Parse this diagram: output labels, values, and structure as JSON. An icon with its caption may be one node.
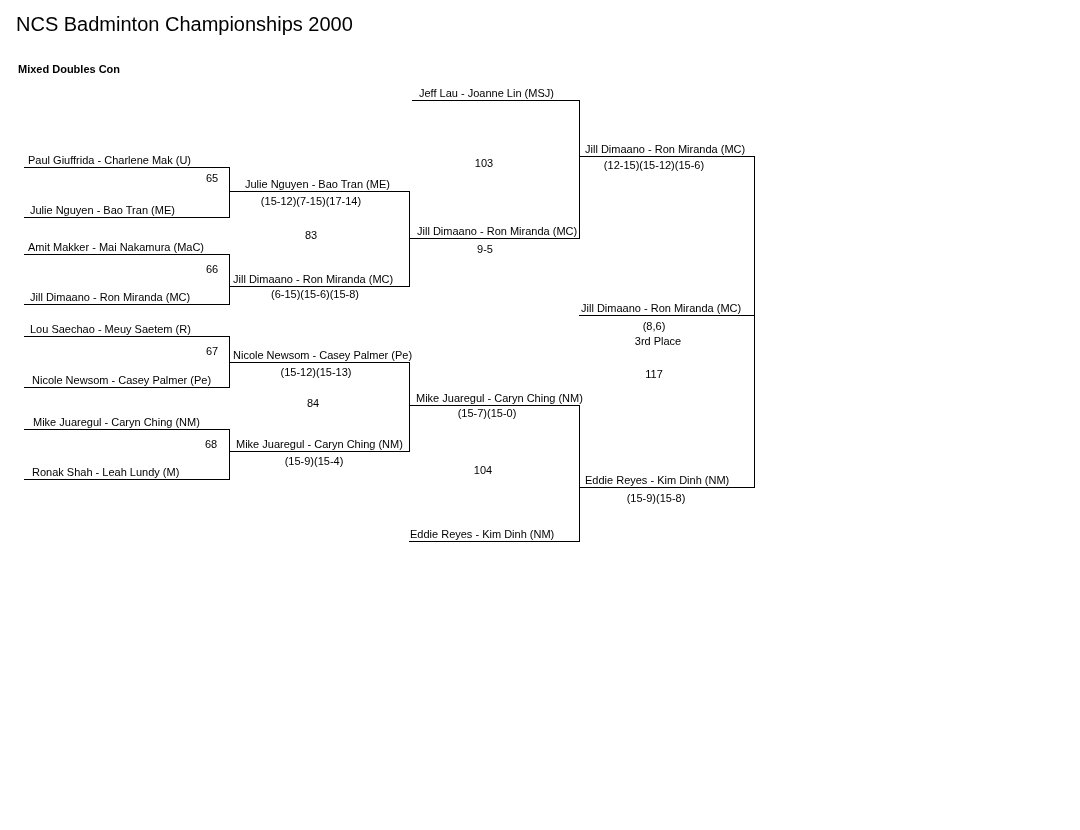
{
  "diagram": {
    "title": "NCS Badminton Championships 2000",
    "nodes": [
      {
        "text": [
          "Paul Giuffrida - Charlene Mak (U)"
        ]
      },
      {
        "text": [
          "Julie Nguyen - Bao Tran (ME)"
        ]
      },
      {
        "text": [
          "Amit Makker - Mai Nakamura (MaC)"
        ]
      },
      {
        "text": [
          "Jill Dimaano - Ron Miranda (MC)"
        ]
      },
      {
        "text": [
          "Lou Saechao - Meuy Saetem (R)"
        ]
      },
      {
        "text": [
          "Nicole Newsom - Casey Palmer (Pe)"
        ]
      },
      {
        "text": [
          "Mike Juaregul - Caryn Ching (NM)"
        ]
      },
      {
        "text": [
          "Ronak Shah - Leah Lundy (M)"
        ]
      },
      {
        "text": [
          "Julie Nguyen - Bao Tran (ME)"
        ],
        "beside": [
          "(15-12)(7-15)(17-14)"
        ]
      },
      {
        "text": [
          "Jill Dimaano - Ron Miranda (MC)"
        ],
        "beside": [
          "(6-15)(15-6)(15-8)"
        ]
      },
      {
        "text": [
          "Nicole Newsom - Casey Palmer (Pe)"
        ],
        "beside": [
          "(15-12)(15-13)"
        ]
      },
      {
        "text": [
          "Mike Juaregul - Caryn Ching (NM)"
        ],
        "beside": [
          "(15-9)(15-4)"
        ]
      },
      {
        "text": [
          "Jeff Lau - Joanne Lin (MSJ)"
        ]
      },
      {
        "text": [
          "Jill Dimaano - Ron Miranda (MC)"
        ],
        "beside": [
          "9-5"
        ]
      },
      {
        "text": [
          "Mike Juaregul - Caryn Ching (NM)"
        ],
        "beside": [
          "(15-7)(15-0)"
        ]
      },
      {
        "text": [
          "Eddie Reyes - Kim Dinh (NM)"
        ]
      },
      {
        "text": [
          "Jill Dimaano - Ron Miranda (MC)"
        ],
        "beside": [
          "(12-15)(15-12)(15-6)"
        ]
      },
      {
        "text": [
          "Jill Dimaano - Ron Miranda (MC)"
        ],
        "beside": [
          "(8,6)",
          "3rd Place"
        ]
      },
      {
        "text": [
          "Eddie Reyes - Kim Dinh (NM)"
        ],
        "beside": [
          "(15-9)(15-8)"
        ]
      }
    ],
    "edges": [
      {
        "from": 0,
        "to": 8,
        "arrow": "none"
      },
      {
        "from": 1,
        "to": 8,
        "arrow": "none"
      },
      {
        "from": 2,
        "to": 9,
        "arrow": "none"
      },
      {
        "from": 3,
        "to": 9,
        "arrow": "none"
      },
      {
        "from": 4,
        "to": 10,
        "arrow": "none"
      },
      {
        "from": 5,
        "to": 10,
        "arrow": "none"
      },
      {
        "from": 6,
        "to": 11,
        "arrow": "none"
      },
      {
        "from": 7,
        "to": 11,
        "arrow": "none"
      },
      {
        "from": 8,
        "to": 13,
        "arrow": "none"
      },
      {
        "from": 9,
        "to": 13,
        "arrow": "none"
      },
      {
        "from": 10,
        "to": 14,
        "arrow": "none"
      },
      {
        "from": 11,
        "to": 14,
        "arrow": "none"
      },
      {
        "from": 12,
        "to": 16,
        "arrow": "none"
      },
      {
        "from": 13,
        "to": 16,
        "arrow": "none"
      },
      {
        "from": 14,
        "to": 18,
        "arrow": "none"
      },
      {
        "from": 15,
        "to": 18,
        "arrow": "none"
      },
      {
        "from": 16,
        "to": 17,
        "arrow": "none"
      },
      {
        "from": 18,
        "to": 17,
        "arrow": "none"
      }
    ],
    "labels": [
      "Mixed Doubles Con",
      "103",
      "65",
      "83",
      "66",
      "67",
      "117",
      "84",
      "68",
      "104"
    ]
  }
}
